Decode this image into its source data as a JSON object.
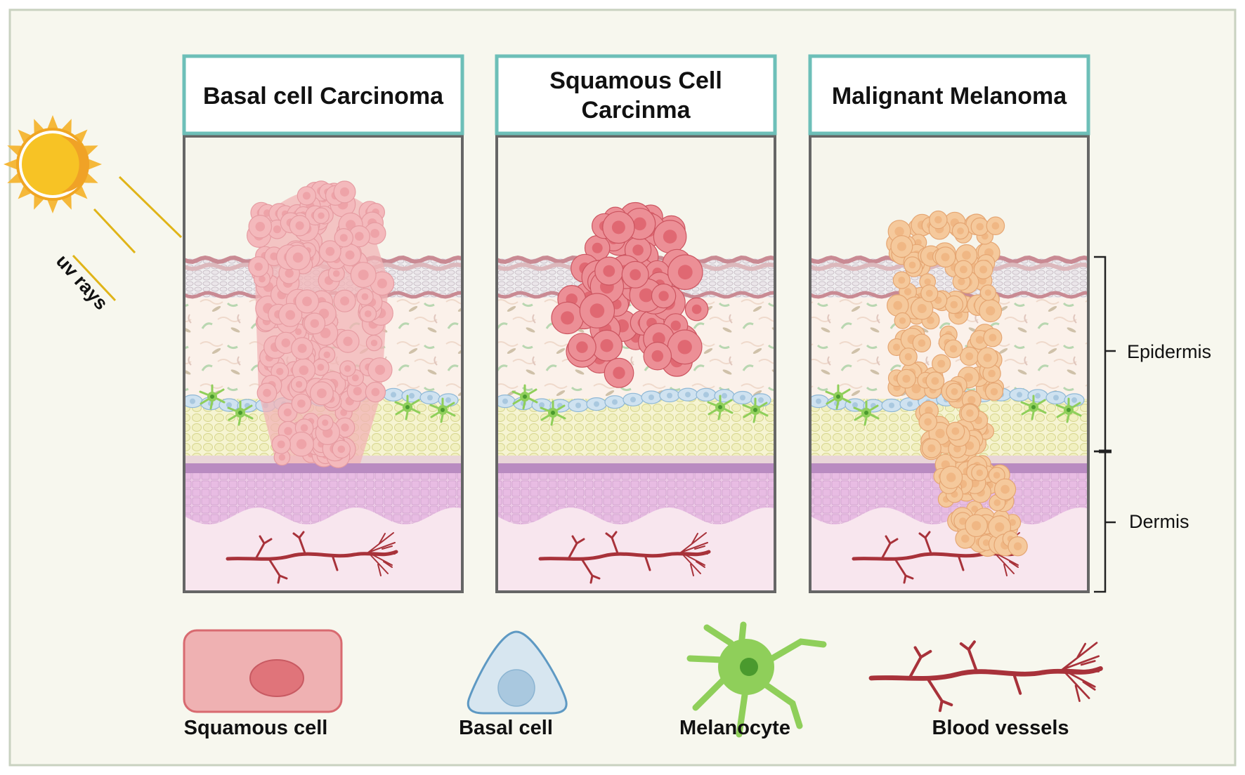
{
  "panels": [
    {
      "title_lines": [
        "Basal cell Carcinoma"
      ],
      "tumor": "basal"
    },
    {
      "title_lines": [
        "Squamous Cell",
        "Carcinma"
      ],
      "tumor": "squamous"
    },
    {
      "title_lines": [
        "Malignant Melanoma"
      ],
      "tumor": "melanoma"
    }
  ],
  "sun": {
    "label": "uv rays"
  },
  "layers": {
    "epidermis": "Epidermis",
    "dermis": "Dermis"
  },
  "legend": [
    {
      "label": "Squamous cell",
      "icon": "squamous-cell-icon"
    },
    {
      "label": "Basal cell",
      "icon": "basal-cell-icon"
    },
    {
      "label": "Melanocyte",
      "icon": "melanocyte-icon"
    },
    {
      "label": "Blood vessels",
      "icon": "blood-vessel-icon"
    }
  ],
  "colors": {
    "background": "#f7f7ee",
    "frame_border": "#c9d2c0",
    "header_border": "#6dbfb8",
    "panel_border": "#666666",
    "squamous_cell": "#eba8a8",
    "squamous_tumor": "#e7828a",
    "basal_cell": "#d7e6f0",
    "melanocyte": "#8fcf5a",
    "melanoma_tumor": "#f3c79b",
    "blood_vessel": "#a8323a",
    "sun": "#f7c325"
  }
}
